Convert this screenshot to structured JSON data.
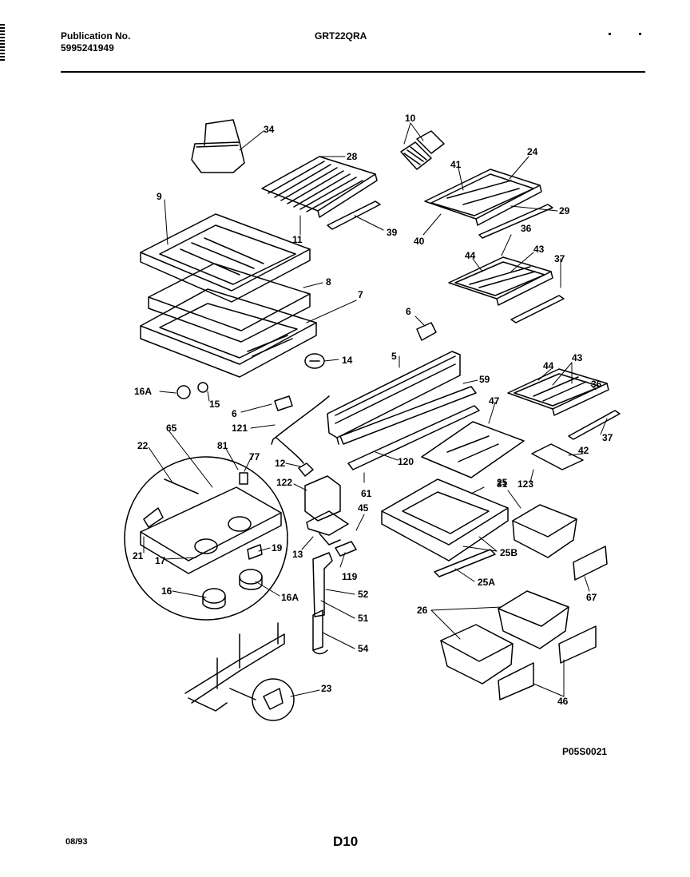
{
  "header": {
    "publication_label": "Publication No.",
    "publication_number": "5995241949",
    "model": "GRT22QRA"
  },
  "diagram": {
    "callouts": [
      "34",
      "28",
      "10",
      "24",
      "41",
      "29",
      "40",
      "39",
      "11",
      "9",
      "8",
      "7",
      "36",
      "43",
      "37",
      "44",
      "6",
      "14",
      "5",
      "59",
      "16A",
      "15",
      "6",
      "121",
      "47",
      "43",
      "44",
      "36",
      "37",
      "120",
      "42",
      "22",
      "65",
      "81",
      "77",
      "12",
      "122",
      "61",
      "123",
      "25",
      "31",
      "45",
      "21",
      "17",
      "19",
      "13",
      "119",
      "25B",
      "16",
      "16A",
      "52",
      "25A",
      "67",
      "51",
      "26",
      "54",
      "23",
      "46"
    ]
  },
  "footer": {
    "figure_code": "P05S0021",
    "date": "08/93",
    "page_code": "D10"
  }
}
